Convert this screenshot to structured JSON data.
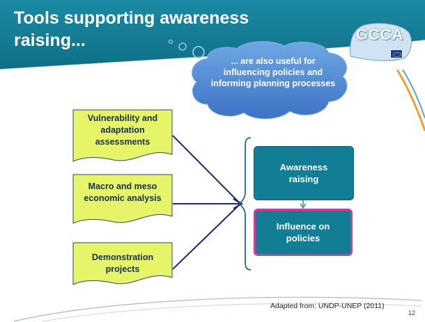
{
  "slide": {
    "title": "Tools supporting awareness raising...",
    "logo_text": "GCCA",
    "bubble_text": "... are also useful for influencing policies and informing planning processes",
    "tools": [
      "Vulnerability and adaptation assessments",
      "Macro and meso economic analysis",
      "Demonstration projects"
    ],
    "outcomes": {
      "awareness": "Awareness raising",
      "influence": "Influence on policies"
    },
    "source": "Adapted from: UNDP-UNEP (2011)",
    "page_number": "12"
  },
  "colors": {
    "header": "#167e96",
    "teal_box": "#127e96",
    "highlight_border": "#d53a9b",
    "document_fill": "#e6f568",
    "arrow": "#1b2a6b",
    "accent_orange": "#f0a030"
  }
}
